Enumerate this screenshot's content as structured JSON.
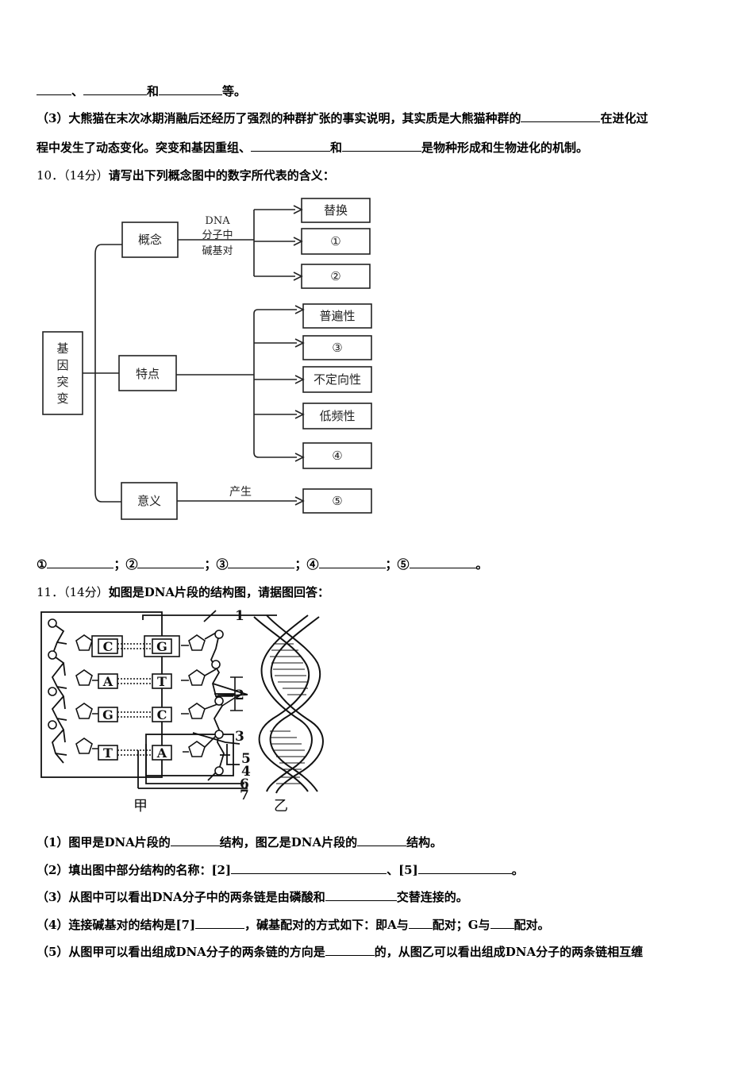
{
  "q9": {
    "line1_sep1": "、",
    "line1_and": "和",
    "line1_end": "等。",
    "p3_a": "（3）大熊猫在末次冰期消融后还经历了强烈的种群扩张的事实说明，其实质是大熊猫种群的",
    "p3_b": "在进化过",
    "p3_c": "程中发生了动态变化。突变和基因重组、",
    "p3_and": "和",
    "p3_d": "是物种形成和生物进化的机制。"
  },
  "q10": {
    "number": "10．",
    "score": "（14分）",
    "stem": "请写出下列概念图中的数字所代表的含义：",
    "diagram": {
      "root": "基因突变",
      "concept": "概念",
      "concept_edge": [
        "DNA",
        "分子中",
        "碱基对"
      ],
      "concept_leaves": [
        "替换",
        "①",
        "②"
      ],
      "features": "特点",
      "feature_leaves": [
        "普遍性",
        "③",
        "不定向性",
        "低频性",
        "④"
      ],
      "meaning": "意义",
      "meaning_edge": "产生",
      "meaning_leaf": "⑤"
    },
    "answers": [
      "①",
      "；②",
      "；③",
      "；④",
      "；⑤",
      "。"
    ]
  },
  "q11": {
    "number": "11．",
    "score": "（14分）",
    "stem": "如图是DNA片段的结构图，请据图回答：",
    "diagram": {
      "bases_left": [
        "C",
        "A",
        "G",
        "T"
      ],
      "bases_right": [
        "G",
        "T",
        "C",
        "A"
      ],
      "labels": [
        "1",
        "2",
        "3",
        "4",
        "5",
        "6",
        "7"
      ],
      "caption_left": "甲",
      "caption_right": "乙"
    },
    "p1_a": "（1）图甲是DNA片段的",
    "p1_b": "结构，图乙是DNA片段的",
    "p1_c": "结构。",
    "p2_a": "（2）填出图中部分结构的名称：[2]",
    "p2_b": "、[5]",
    "p2_c": "。",
    "p3_a": "（3）从图中可以看出DNA分子中的两条链是由磷酸和",
    "p3_b": "交替连接的。",
    "p4_a": "（4）连接碱基对的结构是[7]",
    "p4_b": "，碱基配对的方式如下：即A与",
    "p4_c": "配对；G与",
    "p4_d": "配对。",
    "p5_a": "（5）从图甲可以看出组成DNA分子的两条链的方向是",
    "p5_b": "的，从图乙可以看出组成DNA分子的两条链相互缠"
  }
}
